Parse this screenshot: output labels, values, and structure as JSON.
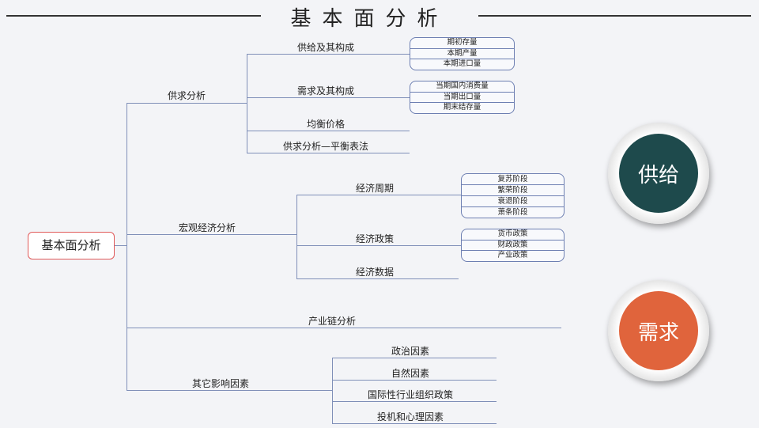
{
  "title": "基本面分析",
  "root": "基本面分析",
  "branches": {
    "supply_demand": {
      "label": "供求分析",
      "children": [
        "供给及其构成",
        "需求及其构成",
        "均衡价格",
        "供求分析—平衡表法"
      ],
      "supply_box": [
        "期初存量",
        "本期产量",
        "本期进口量"
      ],
      "demand_box": [
        "当期国内消费量",
        "当期出口量",
        "期末结存量"
      ]
    },
    "macro": {
      "label": "宏观经济分析",
      "children": [
        "经济周期",
        "经济政策",
        "经济数据"
      ],
      "cycle_box": [
        "复苏阶段",
        "繁荣阶段",
        "衰退阶段",
        "萧条阶段"
      ],
      "policy_box": [
        "货币政策",
        "财政政策",
        "产业政策"
      ]
    },
    "industry": {
      "label": "产业链分析"
    },
    "other": {
      "label": "其它影响因素",
      "children": [
        "政治因素",
        "自然因素",
        "国际性行业组织政策",
        "投机和心理因素"
      ]
    }
  },
  "badges": {
    "supply": "供给",
    "demand": "需求"
  },
  "colors": {
    "supply": "#1e4a4c",
    "demand": "#e0643c",
    "root_border": "#e05a5a"
  }
}
